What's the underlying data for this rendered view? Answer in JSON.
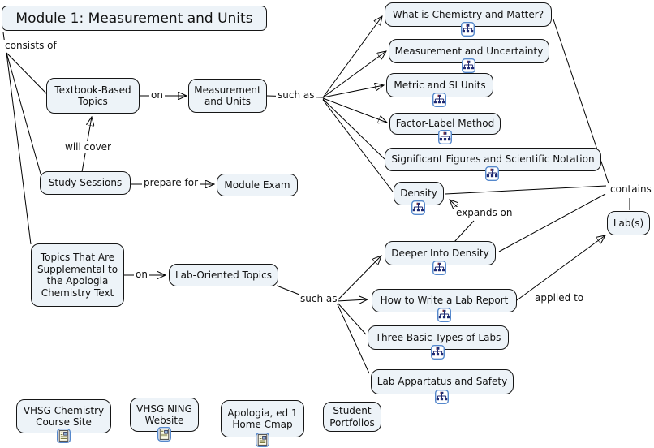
{
  "title": "Module 1: Measurement and Units",
  "phrases": {
    "consists_of": "consists of",
    "will_cover": "will cover",
    "on_top": "on",
    "prepare_for": "prepare for",
    "such_as_top": "such as",
    "on_bottom": "on",
    "such_as_bottom": "such as",
    "expands_on": "expands on",
    "contains": "contains",
    "applied_to": "applied to"
  },
  "concepts": {
    "textbook_based_topics": "Textbook-Based Topics",
    "measurement_and_units": "Measurement and Units",
    "study_sessions": "Study Sessions",
    "module_exam": "Module Exam",
    "supplemental_topics": "Topics That Are Supplemental to the Apologia Chemistry Text",
    "lab_oriented_topics": "Lab-Oriented Topics",
    "what_is_chemistry": "What is Chemistry and Matter?",
    "measurement_uncertainty": "Measurement and Uncertainty",
    "metric_si_units": "Metric and SI Units",
    "factor_label": "Factor-Label Method",
    "sig_figs": "Significant Figures and Scientific Notation",
    "density": "Density",
    "labs": "Lab(s)",
    "deeper_density": "Deeper Into Density",
    "lab_report": "How to Write a Lab Report",
    "three_labs": "Three Basic Types of Labs",
    "lab_safety": "Lab Appartatus and Safety",
    "vhsg_course": "VHSG Chemistry Course Site",
    "vhsg_ning": "VHSG NING Website",
    "apologia_cmap": "Apologia, ed 1 Home Cmap",
    "student_portfolios": "Student Portfolios"
  },
  "icons": {
    "cmap": "concept-map-resource",
    "webpage": "web-page-resource"
  },
  "colors": {
    "node_fill": "#edf3f8",
    "node_border": "#161616",
    "line": "#000000",
    "icon_border": "#5588cc",
    "icon_glyph": "#202a72"
  }
}
